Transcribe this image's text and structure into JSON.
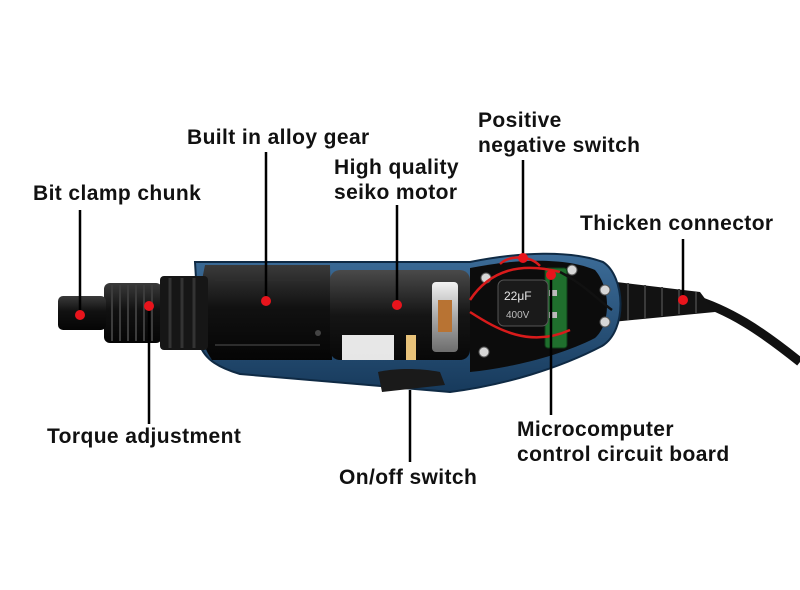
{
  "callouts": {
    "bit_clamp": "Bit clamp chunk",
    "alloy_gear": "Built in alloy gear",
    "motor_line1": "High quality",
    "motor_line2": "seiko motor",
    "switch_pn_line1": "Positive",
    "switch_pn_line2": "negative switch",
    "connector": "Thicken connector",
    "torque": "Torque adjustment",
    "on_off": "On/off switch",
    "board_line1": "Microcomputer",
    "board_line2": "control circuit board"
  },
  "component_markings": {
    "capacitor_value": "22μF",
    "capacitor_voltage": "400V"
  },
  "colors": {
    "marker": "#e8141c",
    "leader_line": "#000000",
    "housing_blue": "#1f4e7a"
  }
}
